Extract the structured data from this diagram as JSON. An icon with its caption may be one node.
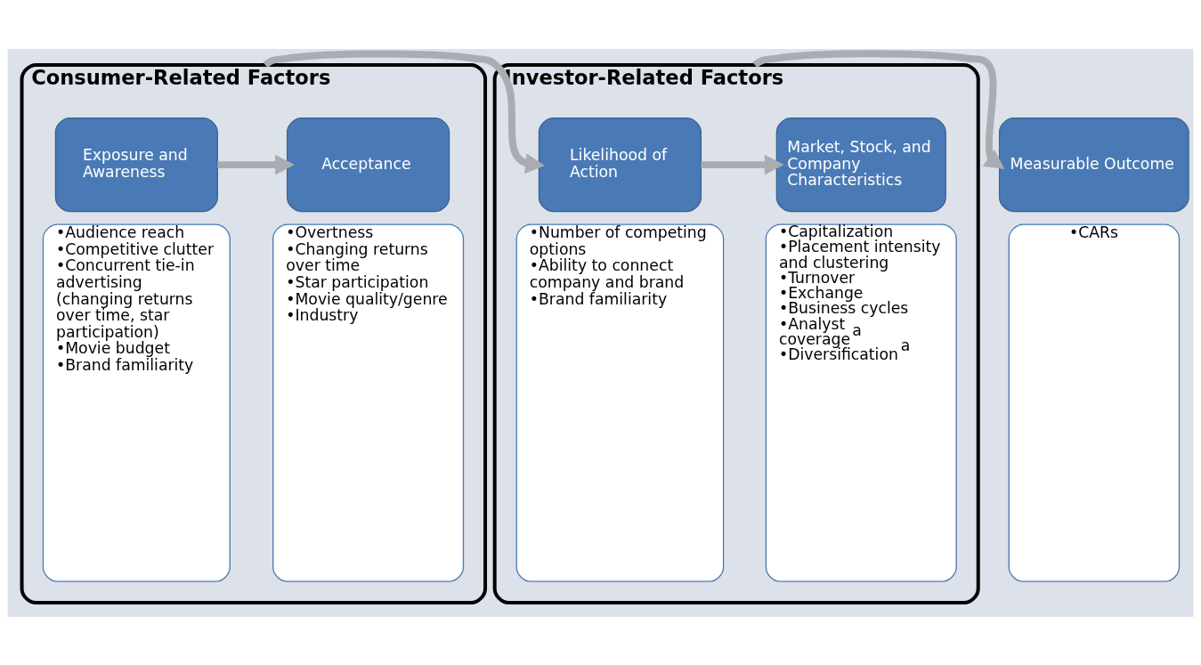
{
  "diagram": {
    "nodes": [
      {
        "text": [
          "Consumer-Related Factors"
        ]
      },
      {
        "text": [
          "Exposure and Awareness"
        ],
        "in": 0
      },
      {
        "text": [
          "•Audience reach",
          "•Competitive clutter",
          "•Concurrent tie-in advertising (changing returns over time, star participation)",
          "•Movie budget",
          "•Brand familiarity"
        ],
        "in": 0
      },
      {
        "text": [
          "Acceptance"
        ],
        "in": 0
      },
      {
        "text": [
          "•Overtness",
          "•Changing returns over time",
          "•Star participation",
          "•Movie quality/genre",
          "•Industry"
        ],
        "in": 0
      },
      {
        "text": [
          "Investor-Related Factors"
        ]
      },
      {
        "text": [
          "Likelihood of Action"
        ],
        "in": 5
      },
      {
        "text": [
          "•Number of competing options",
          "•Ability to connect company and brand",
          "•Brand familiarity"
        ],
        "in": 5
      },
      {
        "text": [
          "Market, Stock, and Company Characteristics"
        ],
        "in": 5
      },
      {
        "text": [
          "•Capitalization",
          "•Placement intensity and clustering",
          "•Turnover",
          "•Exchange",
          "•Business cycles",
          "•Analyst coverage$^{a}$",
          "•Diversification$^{a}$"
        ],
        "in": 5
      },
      {
        "text": [
          "Measurable Outcome"
        ]
      },
      {
        "text": [
          "•CARs"
        ]
      }
    ],
    "edges": [
      {
        "from": 1,
        "to": 3,
        "arrow": "to"
      },
      {
        "from": 0,
        "to": 6,
        "arrow": "to"
      },
      {
        "from": 6,
        "to": 8,
        "arrow": "to"
      },
      {
        "from": 5,
        "to": 10,
        "arrow": "to"
      }
    ]
  }
}
